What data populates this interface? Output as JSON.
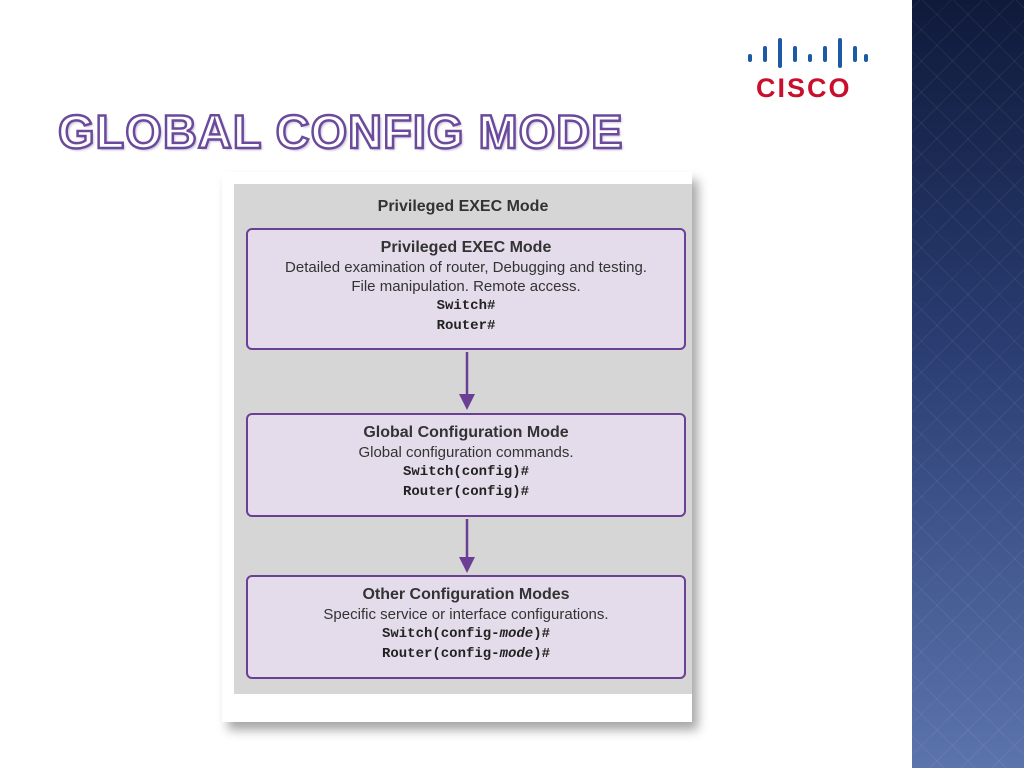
{
  "slide": {
    "title": "Global Config Mode"
  },
  "logo": {
    "text": "CISCO",
    "color": "#c8102e"
  },
  "diagram": {
    "panel_title": "Privileged EXEC Mode",
    "boxes": [
      {
        "title": "Privileged EXEC Mode",
        "description_lines": [
          "Detailed examination of router, Debugging and testing.",
          "File manipulation. Remote access."
        ],
        "commands": [
          {
            "prefix": "Switch",
            "mode": "",
            "suffix": "#"
          },
          {
            "prefix": "Router",
            "mode": "",
            "suffix": "#"
          }
        ]
      },
      {
        "title": "Global Configuration Mode",
        "description_lines": [
          "Global configuration commands."
        ],
        "commands": [
          {
            "prefix": "Switch(config)",
            "mode": "",
            "suffix": "#"
          },
          {
            "prefix": "Router(config)",
            "mode": "",
            "suffix": "#"
          }
        ]
      },
      {
        "title": "Other Configuration Modes",
        "description_lines": [
          "Specific service or interface configurations."
        ],
        "commands": [
          {
            "prefix": "Switch(config-",
            "mode": "mode",
            "suffix": ")#"
          },
          {
            "prefix": "Router(config-",
            "mode": "mode",
            "suffix": ")#"
          }
        ]
      }
    ],
    "colors": {
      "box_fill": "#e4dceb",
      "box_border": "#6b3f94",
      "arrow": "#6b3f94"
    }
  }
}
